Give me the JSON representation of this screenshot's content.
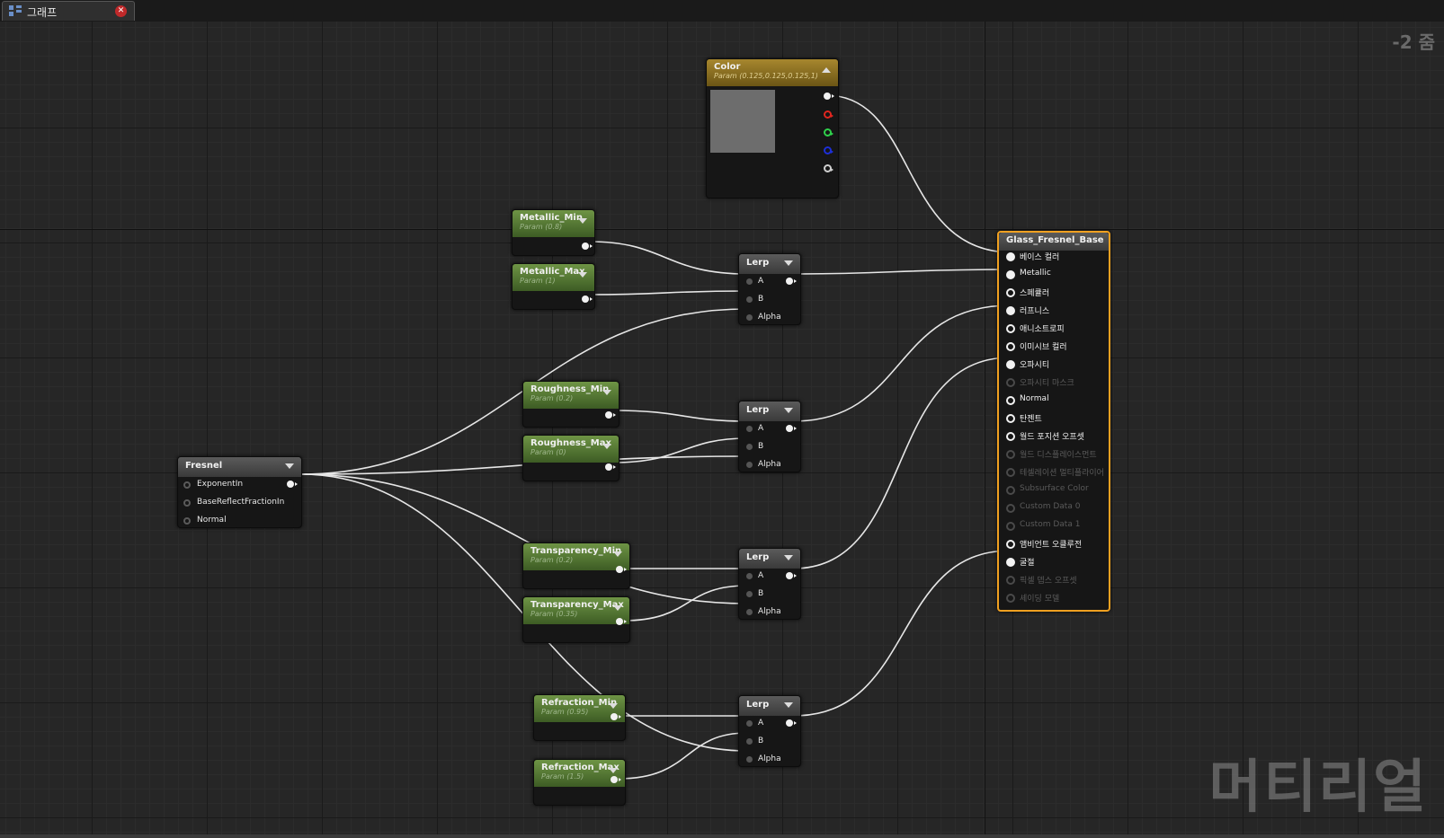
{
  "tab": {
    "label": "그래프",
    "icon": "graph-icon",
    "close_icon": "close-icon"
  },
  "zoom_label": "-2 줌",
  "watermark": "머티리얼",
  "nodes": {
    "color": {
      "title": "Color",
      "subtitle": "Param (0.125,0.125,0.125,1)",
      "swatch_color": "#6d6d6d"
    },
    "metallic_min": {
      "title": "Metallic_Min",
      "subtitle": "Param (0.8)"
    },
    "metallic_max": {
      "title": "Metallic_Max",
      "subtitle": "Param (1)"
    },
    "roughness_min": {
      "title": "Roughness_Min",
      "subtitle": "Param (0.2)"
    },
    "roughness_max": {
      "title": "Roughness_Max",
      "subtitle": "Param (0)"
    },
    "transparency_min": {
      "title": "Transparency_Min",
      "subtitle": "Param (0.2)"
    },
    "transparency_max": {
      "title": "Transparency_Max",
      "subtitle": "Param (0.35)"
    },
    "refraction_min": {
      "title": "Refraction_Min",
      "subtitle": "Param (0.95)"
    },
    "refraction_max": {
      "title": "Refraction_Max",
      "subtitle": "Param (1.5)"
    },
    "fresnel": {
      "title": "Fresnel",
      "inputs": [
        "ExponentIn",
        "BaseReflectFractionIn",
        "Normal"
      ]
    },
    "lerp": {
      "title": "Lerp",
      "inputs": [
        "A",
        "B",
        "Alpha"
      ]
    },
    "material": {
      "title": "Glass_Fresnel_Base",
      "inputs": [
        {
          "label": "베이스 컬러",
          "state": "connected"
        },
        {
          "label": "Metallic",
          "state": "connected"
        },
        {
          "label": "스페큘러",
          "state": "open"
        },
        {
          "label": "러프니스",
          "state": "connected"
        },
        {
          "label": "애니소트로피",
          "state": "open"
        },
        {
          "label": "이미시브 컬러",
          "state": "open"
        },
        {
          "label": "오파시티",
          "state": "connected"
        },
        {
          "label": "오파시티 마스크",
          "state": "disabled"
        },
        {
          "label": "Normal",
          "state": "open"
        },
        {
          "label": "탄젠트",
          "state": "open"
        },
        {
          "label": "월드 포지션 오프셋",
          "state": "open"
        },
        {
          "label": "월드 디스플레이스먼트",
          "state": "disabled"
        },
        {
          "label": "테셀레이션 멀티플라이어",
          "state": "disabled"
        },
        {
          "label": "Subsurface Color",
          "state": "disabled"
        },
        {
          "label": "Custom Data 0",
          "state": "disabled"
        },
        {
          "label": "Custom Data 1",
          "state": "disabled"
        },
        {
          "label": "앰비언트 오클루전",
          "state": "open"
        },
        {
          "label": "굴절",
          "state": "connected"
        },
        {
          "label": "픽셀 뎁스 오프셋",
          "state": "disabled"
        },
        {
          "label": "셰이딩 모델",
          "state": "disabled"
        }
      ]
    }
  },
  "colors": {
    "param_header": "#5a7d36",
    "color_header": "#8c6f22",
    "material_border": "#f0a020",
    "wire": "#e6e6e6",
    "canvas": "#262626"
  }
}
